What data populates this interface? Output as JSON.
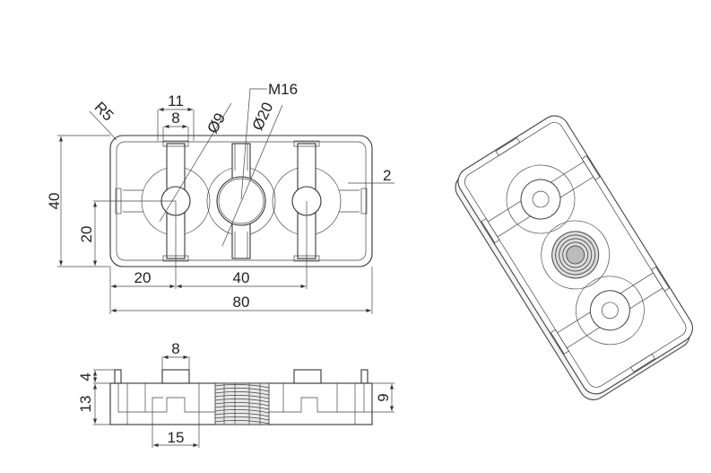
{
  "top_view": {
    "dims": {
      "height_40": "40",
      "half_height_20": "20",
      "offset_20": "20",
      "pitch_40": "40",
      "width_80": "80",
      "slot_outer_11": "11",
      "slot_inner_8": "8",
      "hole_d9": "Ø9",
      "bore_d20": "Ø20",
      "thread_m16": "M16",
      "radius_r5": "R5",
      "wall_2": "2"
    }
  },
  "side_view": {
    "dims": {
      "tab_4": "4",
      "height_13": "13",
      "depth_9": "9",
      "tab_width_8": "8",
      "slot_15": "15"
    }
  },
  "colors": {
    "line": "#333333",
    "background": "#ffffff"
  }
}
